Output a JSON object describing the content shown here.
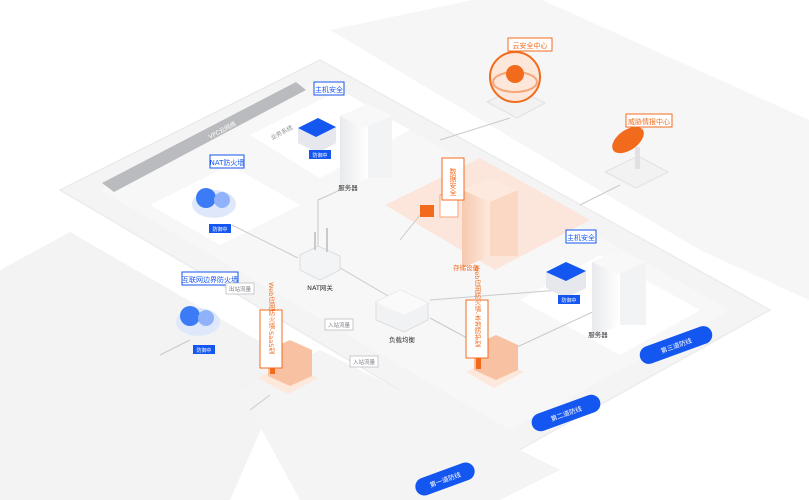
{
  "labels": {
    "cloud_security_center": "云安全中心",
    "threat_intel_center": "威胁情报中心",
    "vpc_cloud_net": "VPC云网络",
    "business_system": "业务系统",
    "host_security_1": "主机安全",
    "host_security_2": "主机安全",
    "server_1": "服务器",
    "server_2": "服务器",
    "data_security": "数据安全",
    "storage_devices": "存储设备",
    "nat_firewall": "NAT防火墙",
    "nat_gateway": "NAT网关",
    "internet_border_firewall": "互联网边界防火墙",
    "waf_saas": "Web应用防火墙-SaaS型",
    "waf_local": "Web应用防火墙-本地防护型",
    "load_balancer": "负载均衡",
    "outbound_traffic": "出站流量",
    "inbound_traffic_1": "入站流量",
    "inbound_traffic_2": "入站流量",
    "defense_tag_1": "防御中",
    "defense_tag_2": "防御中",
    "defense_tag_3": "防御中",
    "defense_tag_4": "防御中",
    "zone_1": "第一道防线",
    "zone_2": "第二道防线",
    "zone_3": "第三道防线"
  },
  "colors": {
    "accent_orange": "#f26b1d",
    "accent_blue": "#1456f0",
    "platform": "#f5f5f6",
    "platform_inner": "#fafafa",
    "vpc_bar": "#b9bbbe"
  }
}
